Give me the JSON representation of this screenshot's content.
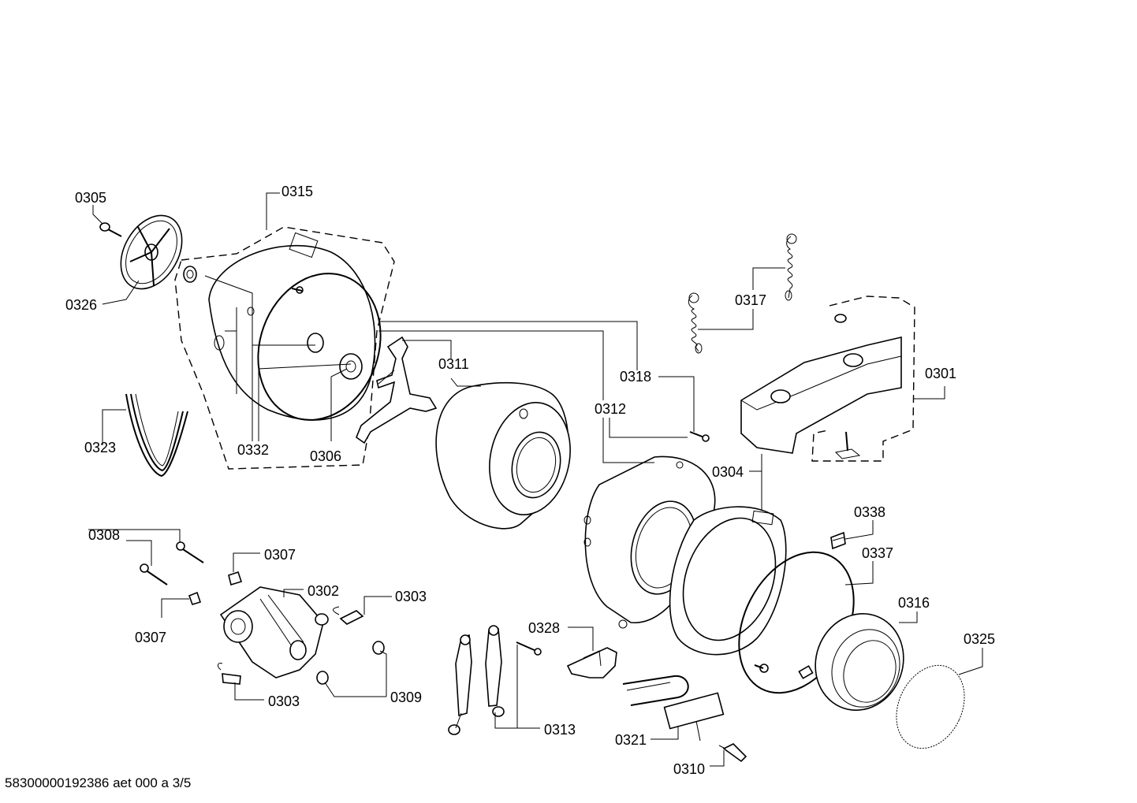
{
  "labels": {
    "p0301": "0301",
    "p0302": "0302",
    "p0303a": "0303",
    "p0303b": "0303",
    "p0304": "0304",
    "p0305": "0305",
    "p0306": "0306",
    "p0307a": "0307",
    "p0307b": "0307",
    "p0308": "0308",
    "p0309": "0309",
    "p0310": "0310",
    "p0311": "0311",
    "p0312": "0312",
    "p0313": "0313",
    "p0315": "0315",
    "p0316": "0316",
    "p0317": "0317",
    "p0318": "0318",
    "p0321": "0321",
    "p0323": "0323",
    "p0325": "0325",
    "p0326": "0326",
    "p0328": "0328",
    "p0332": "0332",
    "p0337": "0337",
    "p0338": "0338"
  },
  "footer": {
    "doc_id": "58300000192386 aet 000 a 3/5"
  }
}
